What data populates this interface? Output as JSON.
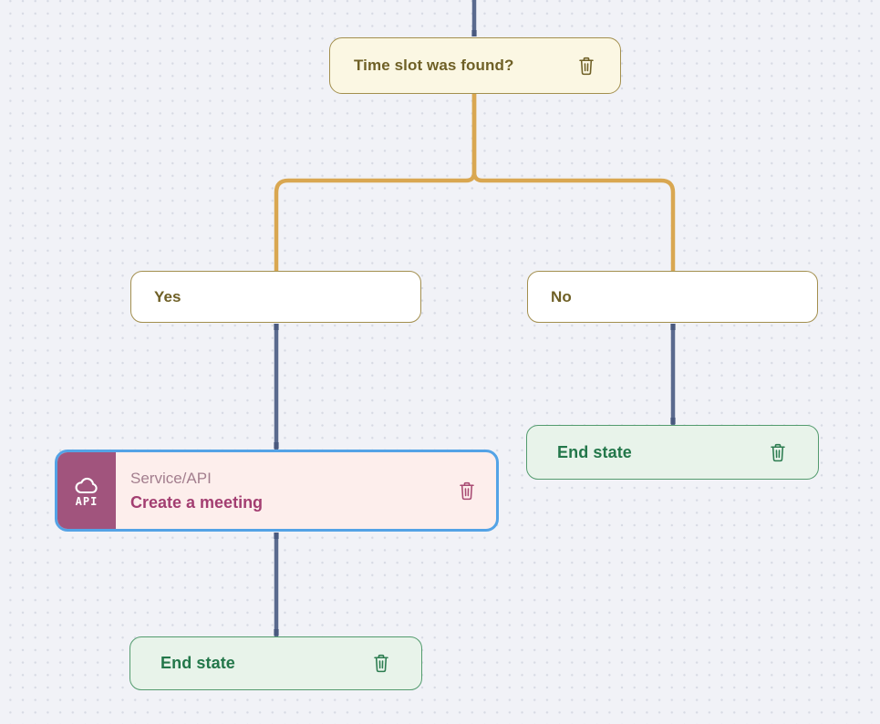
{
  "canvas": {
    "background_color": "#f1f2f7",
    "dot_color": "#d7dae4"
  },
  "palette": {
    "branch_line_color": "#d9a751",
    "flow_line_color": "#5a6a8e",
    "selection_border_color": "#54a3e6",
    "question_accent": "#6f6026",
    "end_state_accent": "#23774a",
    "service_accent": "#a33e71"
  },
  "nodes": {
    "question": {
      "label": "Time slot was found?",
      "delete_icon": "trash-icon"
    },
    "branch_yes": {
      "label": "Yes"
    },
    "branch_no": {
      "label": "No"
    },
    "service": {
      "type_label": "Service/API",
      "title": "Create a meeting",
      "icon": "cloud-api-icon",
      "icon_text": "API",
      "delete_icon": "trash-icon",
      "selected": true
    },
    "end_state_right": {
      "label": "End state",
      "delete_icon": "trash-icon"
    },
    "end_state_left": {
      "label": "End state",
      "delete_icon": "trash-icon"
    }
  }
}
